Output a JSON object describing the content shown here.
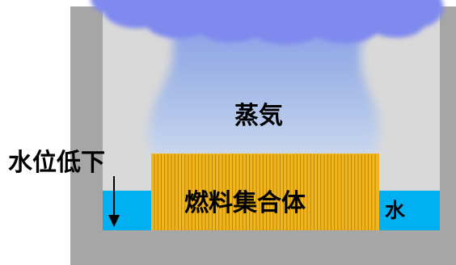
{
  "labels": {
    "steam": "蒸気",
    "fuel_assembly": "燃料集合体",
    "water": "水",
    "water_level_drop": "水位低下"
  },
  "colors": {
    "vessel_wall": "#a6a6a6",
    "vessel_interior": "#d9d9d9",
    "water": "#00b0f0",
    "fuel": "#f2b51c",
    "fuel_rod_line": "#b8860b",
    "steam_light": "#c6d7ee",
    "steam_dark": "#8fa5e6",
    "cloud": "#7d86f0"
  }
}
